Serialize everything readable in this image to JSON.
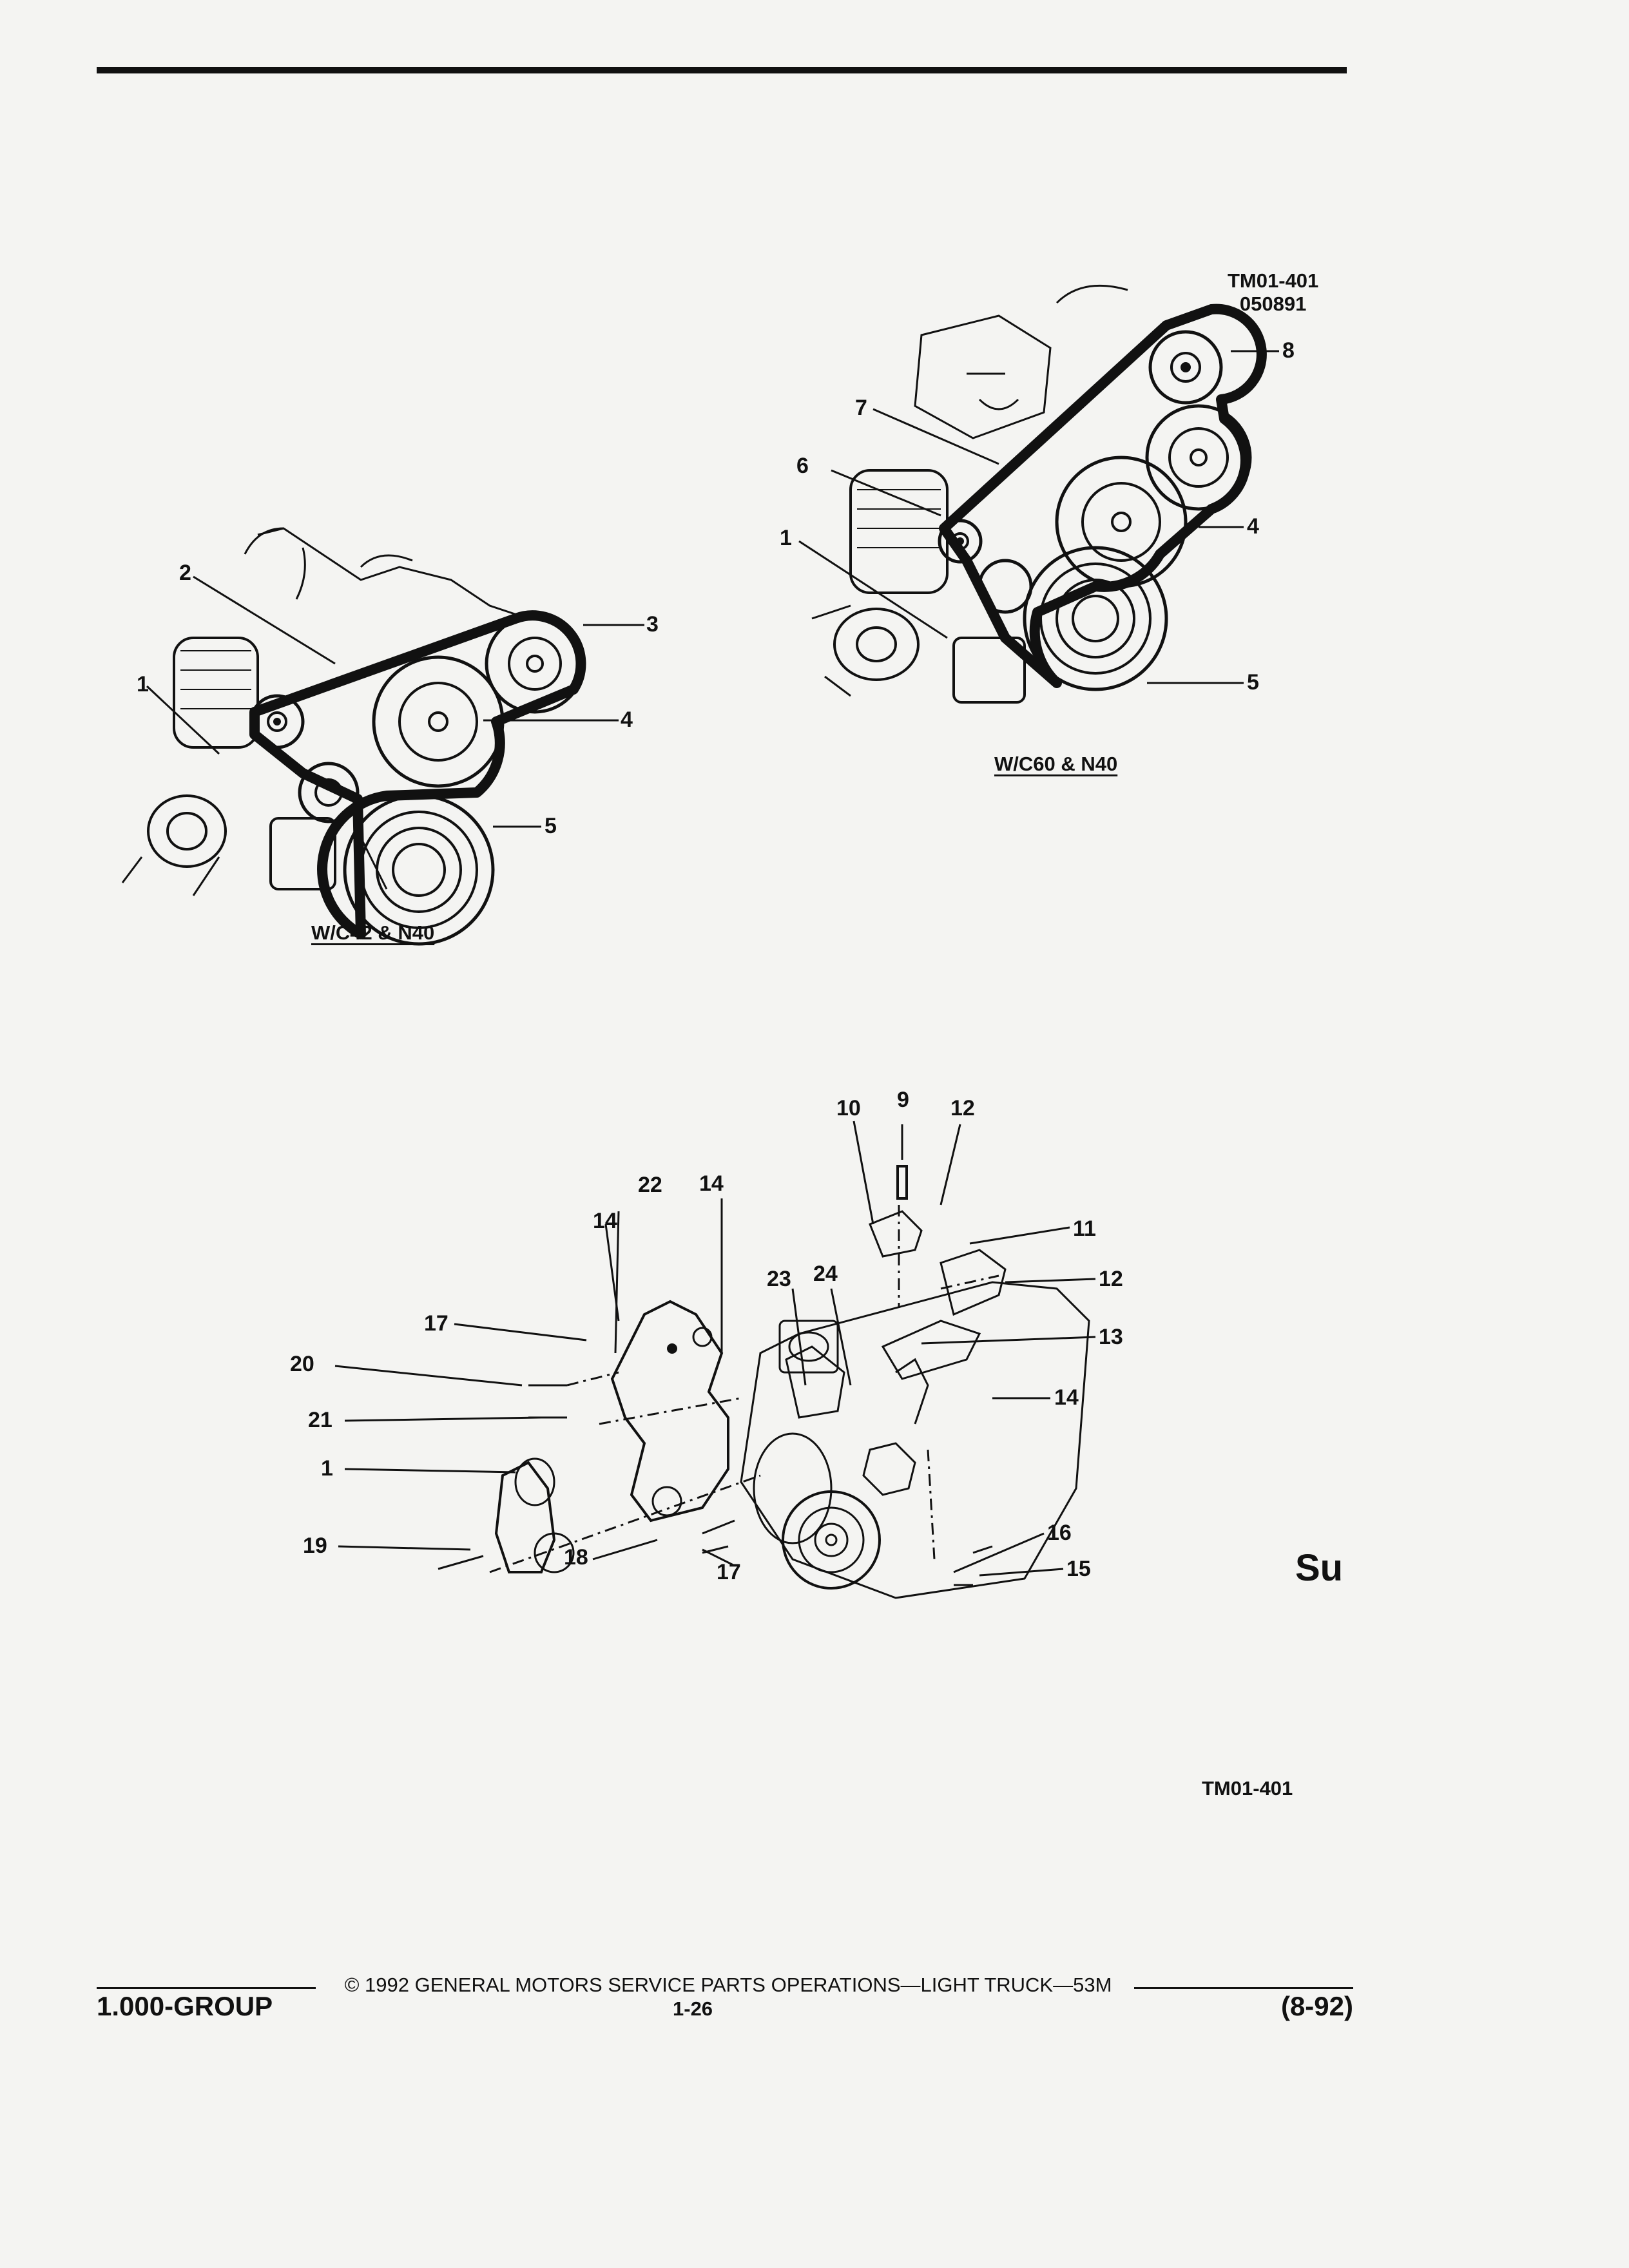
{
  "header": {
    "code_top": "TM01-401",
    "code_sub": "050891"
  },
  "figures": {
    "c42": {
      "caption": "W/C42 & N40",
      "callouts": [
        {
          "n": "1"
        },
        {
          "n": "2"
        },
        {
          "n": "3"
        },
        {
          "n": "4"
        },
        {
          "n": "5"
        }
      ]
    },
    "c60": {
      "caption": "W/C60 & N40",
      "callouts": [
        {
          "n": "1"
        },
        {
          "n": "4"
        },
        {
          "n": "5"
        },
        {
          "n": "6"
        },
        {
          "n": "7"
        },
        {
          "n": "8"
        }
      ]
    },
    "exploded": {
      "callouts": [
        "1",
        "9",
        "10",
        "11",
        "12",
        "12",
        "13",
        "14",
        "14",
        "14",
        "15",
        "16",
        "17",
        "17",
        "18",
        "19",
        "20",
        "21",
        "22",
        "23",
        "24"
      ]
    }
  },
  "bottom_code": "TM01-401",
  "footer": {
    "copyright": "© 1992 GENERAL MOTORS SERVICE PARTS OPERATIONS—LIGHT TRUCK—53M",
    "group": "1.000-GROUP",
    "page": "1-26",
    "date": "(8-92)"
  },
  "logo_text": "Su"
}
